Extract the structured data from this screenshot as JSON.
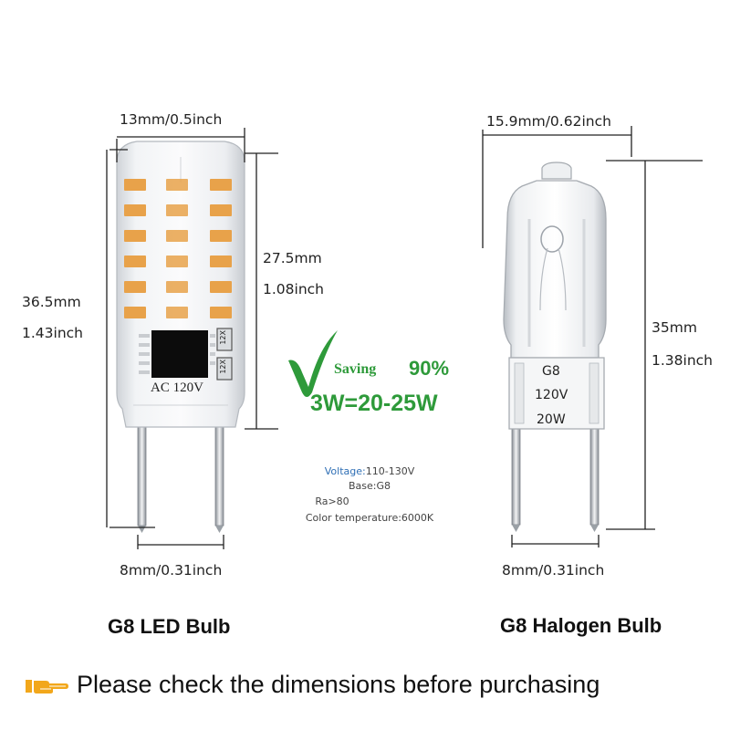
{
  "led": {
    "title": "G8 LED Bulb",
    "width_label": "13mm/0.5inch",
    "body_height_mm": "27.5mm",
    "body_height_in": "1.08inch",
    "total_height_mm": "36.5mm",
    "total_height_in": "1.43inch",
    "pin_spacing_label": "8mm/0.31inch",
    "body_marking": "AC 120V",
    "chip_label": "12X"
  },
  "halogen": {
    "title": "G8 Halogen Bulb",
    "width_label": "15.9mm/0.62inch",
    "height_mm": "35mm",
    "height_in": "1.38inch",
    "pin_spacing_label": "8mm/0.31inch",
    "marking_base": "G8",
    "marking_voltage": "120V",
    "marking_watt": "20W"
  },
  "savings": {
    "label": "Saving",
    "percent": "90%",
    "equivalence": "3W=20-25W",
    "color": "#2e9a3a"
  },
  "specs": {
    "voltage_label": "Voltage:",
    "voltage_value": "110-130V",
    "base": "Base:G8",
    "ra": "Ra>80",
    "color_temp": "Color temperature:6000K",
    "voltage_color": "#2f6fb5"
  },
  "notice": {
    "icon": "pointing-hand-icon",
    "text": "Please check the dimensions before purchasing",
    "icon_color": "#f2a71b"
  }
}
